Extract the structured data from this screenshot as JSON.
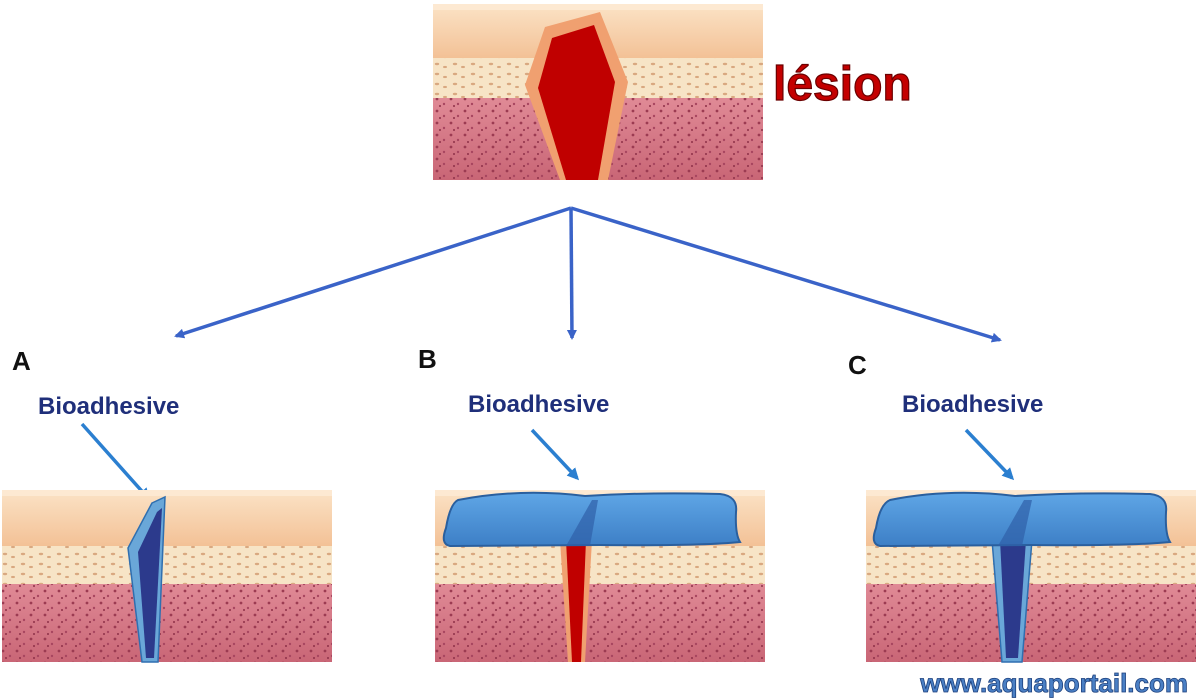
{
  "title": "lésion",
  "panels": [
    {
      "letter": "A",
      "label": "Bioadhesive"
    },
    {
      "letter": "B",
      "label": "Bioadhesive"
    },
    {
      "letter": "C",
      "label": "Bioadhesive"
    }
  ],
  "watermark": "www.aquaportail.com",
  "colors": {
    "epidermis": "#f5c9a3",
    "dermis_upper": "#f6e2c4",
    "dermis_lower": "#d67a88",
    "wound": "#c00000",
    "wound_rim": "#f0a070",
    "bioadhesive": "#4a8fd6",
    "bioadhesive_dark": "#2c3a8c",
    "arrow": "#3a63c8",
    "label": "#1f2f7a"
  }
}
